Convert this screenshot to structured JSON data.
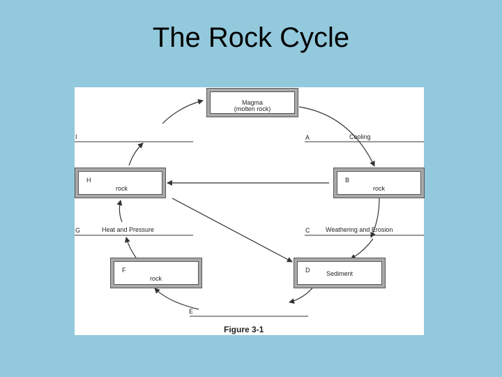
{
  "title": "The Rock Cycle",
  "figure": {
    "caption": "Figure 3-1",
    "magma": {
      "line1": "Magma",
      "line2": "(molten rock)"
    },
    "box_b": {
      "letter": "B",
      "text": "rock"
    },
    "box_d": {
      "letter": "D",
      "text": "Sediment"
    },
    "box_f": {
      "letter": "F",
      "text": "rock"
    },
    "box_h": {
      "letter": "H",
      "text": "rock"
    },
    "label_a": {
      "letter": "A",
      "text": "Cooling"
    },
    "label_c": {
      "letter": "C",
      "text": "Weathering and Erosion"
    },
    "label_e": {
      "letter": "E",
      "text": ""
    },
    "label_g": {
      "letter": "G",
      "text": "Heat and Pressure"
    },
    "label_i": {
      "letter": "I",
      "text": ""
    }
  }
}
